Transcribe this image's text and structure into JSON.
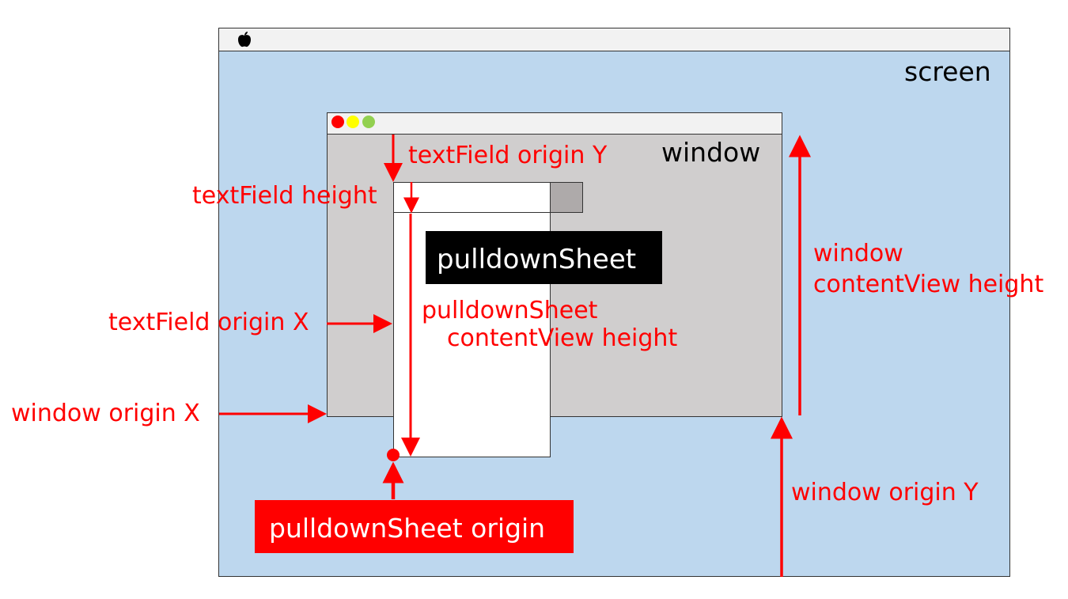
{
  "labels": {
    "screen": "screen",
    "window": "window",
    "pulldown_sheet": "pulldownSheet",
    "textfield_origin_y": "textField origin Y",
    "textfield_height": "textField height",
    "window_content_height_1": "window",
    "window_content_height_2": "contentView height",
    "textfield_origin_x": "textField origin X",
    "pulldown_content_height_1": "pulldownSheet",
    "pulldown_content_height_2": "contentView height",
    "window_origin_x": "window origin X",
    "window_origin_y": "window origin Y",
    "pulldown_origin": "pulldownSheet origin"
  },
  "icons": {
    "menu_logo": "apple-icon",
    "traffic_lights": [
      "close-icon",
      "minimize-icon",
      "zoom-icon"
    ]
  },
  "colors": {
    "screen_bg": "#bdd7ee",
    "menubar_bg": "#f2f2f2",
    "window_bg": "#d0cece",
    "annotation": "#ff0000",
    "pulldown_label_bg": "#000000",
    "origin_label_bg": "#ff0000",
    "button_bg": "#aeaaaa",
    "close": "#ff0000",
    "minimize": "#ffff00",
    "zoom": "#92d050"
  }
}
